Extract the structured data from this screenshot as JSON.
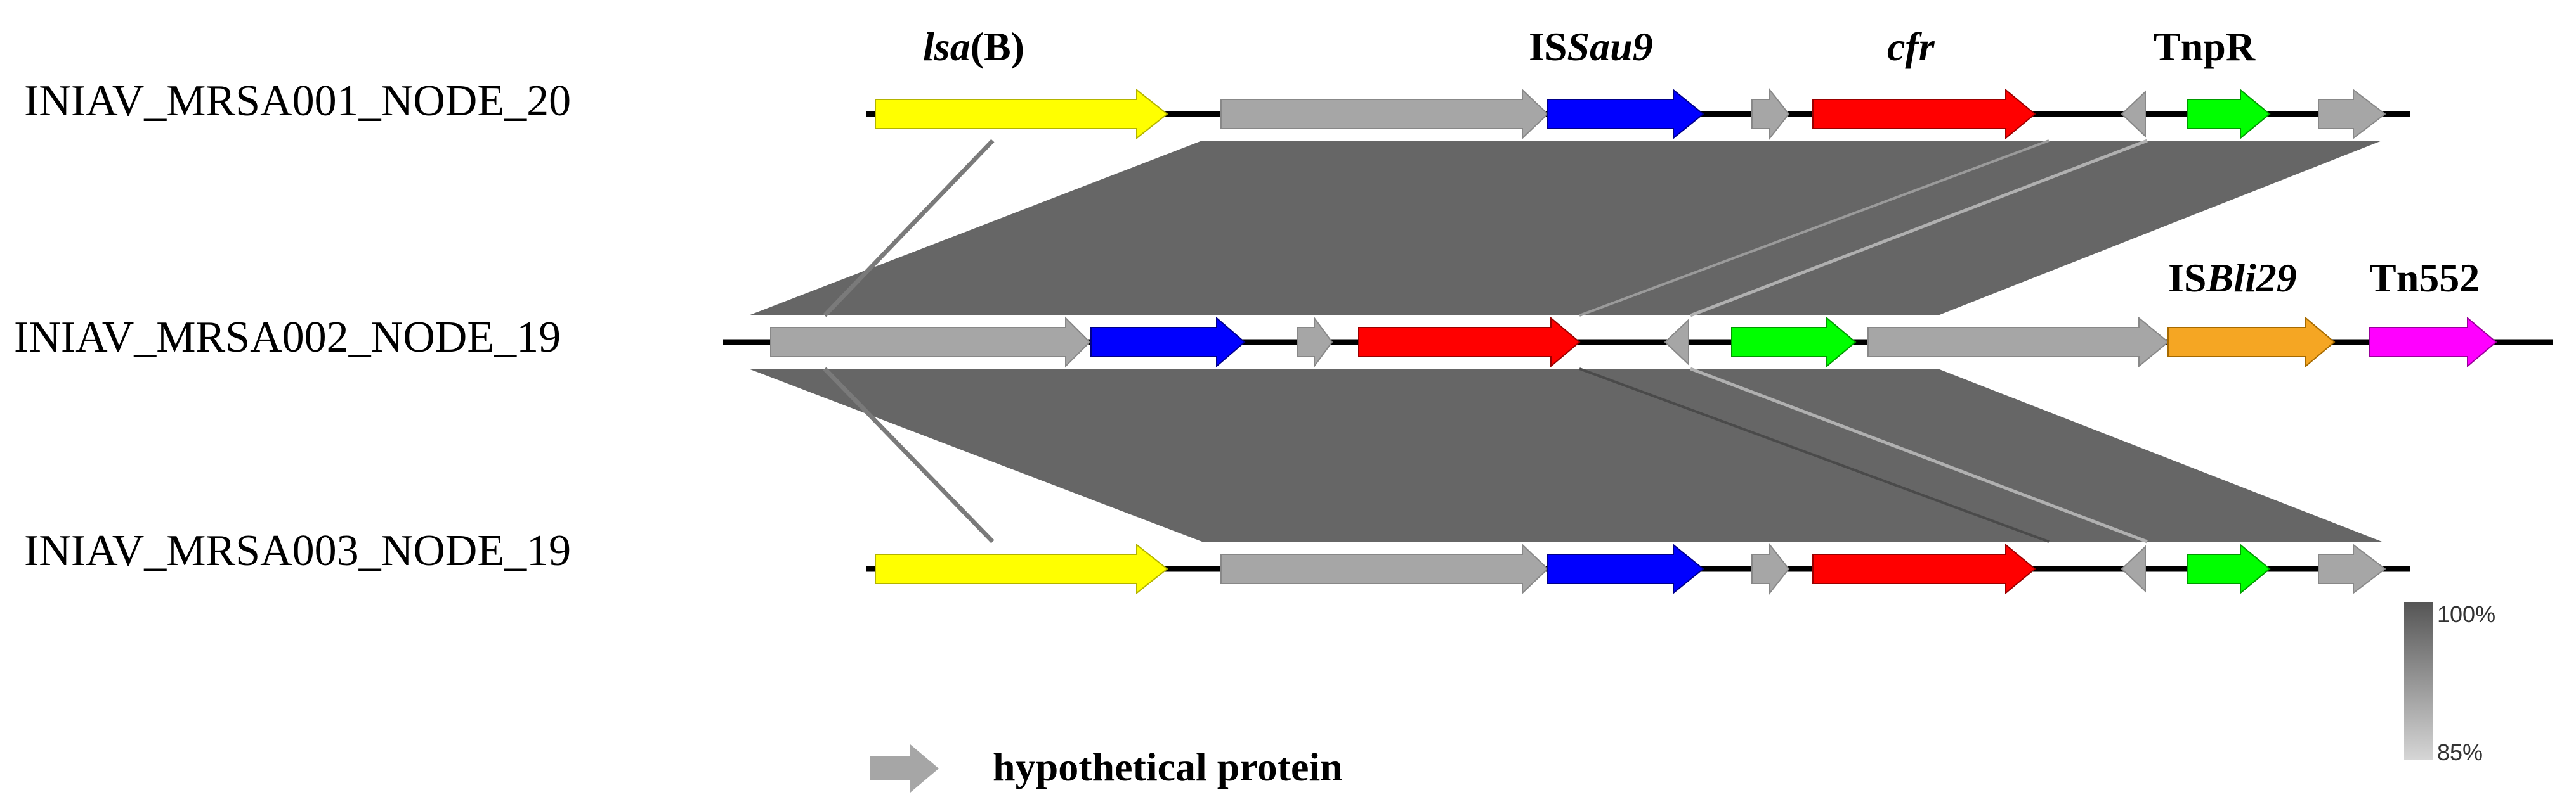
{
  "tracks": [
    {
      "id": "t1",
      "label": "INIAV_MRSA001_NODE_20"
    },
    {
      "id": "t2",
      "label": "INIAV_MRSA002_NODE_19"
    },
    {
      "id": "t3",
      "label": "INIAV_MRSA003_NODE_19"
    }
  ],
  "gene_labels": {
    "lsaB": {
      "italic": "lsa",
      "plain": "(B)"
    },
    "issau9": {
      "plain": "IS",
      "italic": "Sau9"
    },
    "cfr": {
      "italic": "cfr"
    },
    "tnpr": {
      "plain": "TnpR"
    },
    "isbli29": {
      "plain": "IS",
      "italic": "Bli29"
    },
    "tn552": {
      "plain": "Tn552"
    }
  },
  "legend": {
    "label": "hypothetical protein"
  },
  "identity_scale": {
    "max": "100%",
    "min": "85%"
  },
  "colors": {
    "lsaB": "#ffff00",
    "hypothetical": "#a6a6a6",
    "issau9": "#0000ff",
    "cfr": "#ff0000",
    "tnpr": "#00ff00",
    "isbli29": "#f5a623",
    "tn552": "#ff00ff",
    "homology": "#666666",
    "backbone": "#000000"
  }
}
